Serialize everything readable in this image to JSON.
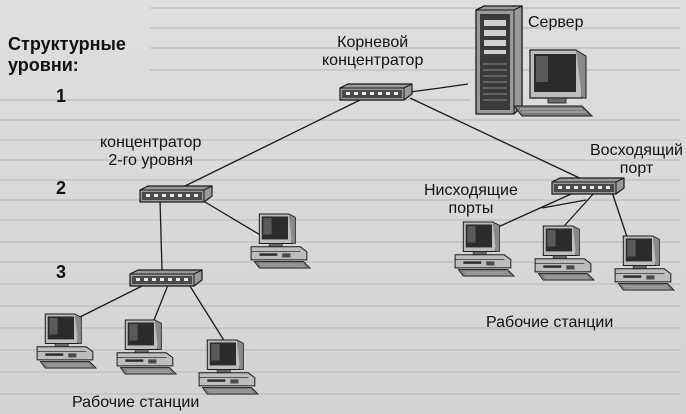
{
  "labels": {
    "levels_title_line1": "Структурные",
    "levels_title_line2": "уровни:",
    "level_1": "1",
    "level_2": "2",
    "level_3": "3",
    "server": "Сервер",
    "root_hub_line1": "Корневой",
    "root_hub_line2": "концентратор",
    "hub2_line1": "концентратор",
    "hub2_line2": "2-го уровня",
    "upstream_line1": "Восходящий",
    "upstream_line2": "порт",
    "downstream_line1": "Нисходящие",
    "downstream_line2": "порты",
    "workstations_right": "Рабочие станции",
    "workstations_left": "Рабочие станции"
  },
  "icons": {
    "hub": "hub-icon",
    "workstation": "workstation-icon",
    "server": "server-icon"
  },
  "colors": {
    "background": "#d9d9d9",
    "line": "#1a1a1a",
    "device_dark": "#2b2b2b",
    "device_light": "#9a9a9a"
  }
}
